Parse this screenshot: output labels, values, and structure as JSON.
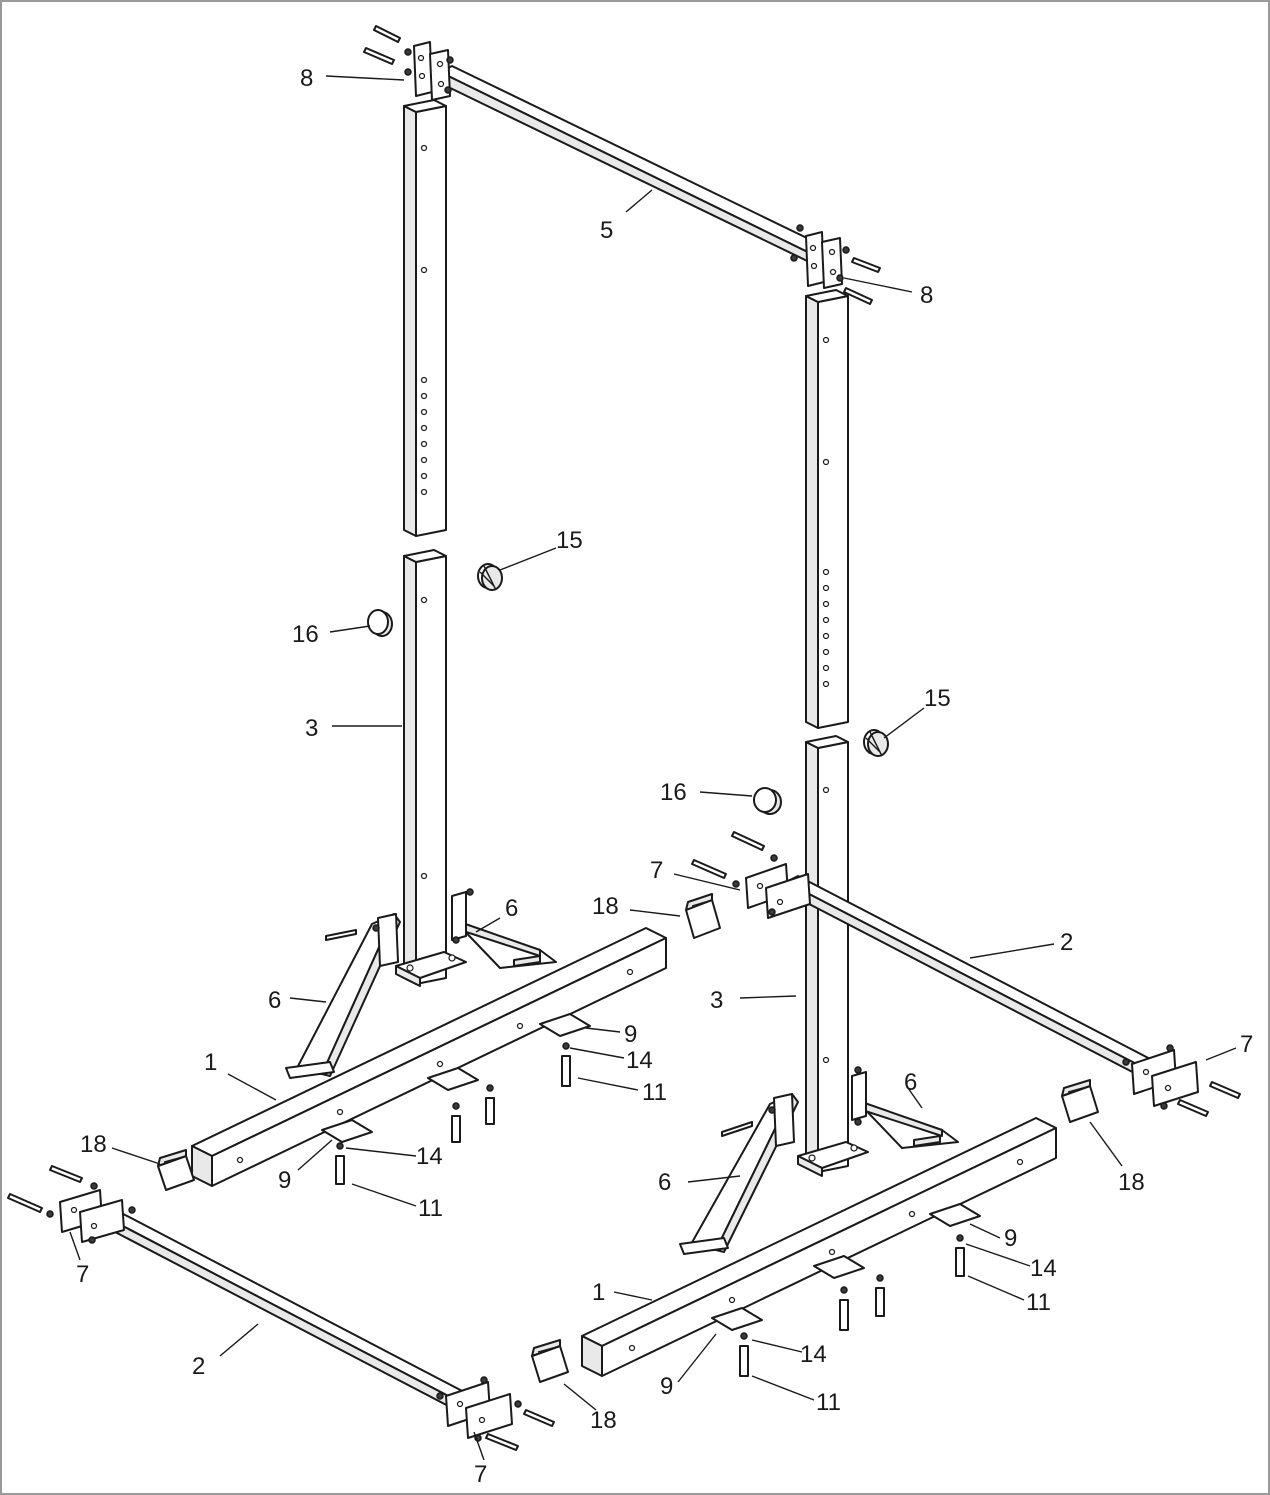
{
  "callouts": [
    {
      "id": "c8a",
      "text": "8"
    },
    {
      "id": "c5",
      "text": "5"
    },
    {
      "id": "c8b",
      "text": "8"
    },
    {
      "id": "c15a",
      "text": "15"
    },
    {
      "id": "c16a",
      "text": "16"
    },
    {
      "id": "c3a",
      "text": "3"
    },
    {
      "id": "c15b",
      "text": "15"
    },
    {
      "id": "c16b",
      "text": "16"
    },
    {
      "id": "c7a",
      "text": "7"
    },
    {
      "id": "c18a",
      "text": "18"
    },
    {
      "id": "c6a",
      "text": "6"
    },
    {
      "id": "c2a",
      "text": "2"
    },
    {
      "id": "c6b",
      "text": "6"
    },
    {
      "id": "c3b",
      "text": "3"
    },
    {
      "id": "c7b",
      "text": "7"
    },
    {
      "id": "c1a",
      "text": "1"
    },
    {
      "id": "c9a",
      "text": "9"
    },
    {
      "id": "c14a",
      "text": "14"
    },
    {
      "id": "c11a",
      "text": "11"
    },
    {
      "id": "c6c",
      "text": "6"
    },
    {
      "id": "c18b",
      "text": "18"
    },
    {
      "id": "c14b",
      "text": "14"
    },
    {
      "id": "c9b",
      "text": "9"
    },
    {
      "id": "c11b",
      "text": "11"
    },
    {
      "id": "c6d",
      "text": "6"
    },
    {
      "id": "c18c",
      "text": "18"
    },
    {
      "id": "c7c",
      "text": "7"
    },
    {
      "id": "c9c",
      "text": "9"
    },
    {
      "id": "c14c",
      "text": "14"
    },
    {
      "id": "c1b",
      "text": "1"
    },
    {
      "id": "c11c",
      "text": "11"
    },
    {
      "id": "c2b",
      "text": "2"
    },
    {
      "id": "c14d",
      "text": "14"
    },
    {
      "id": "c9d",
      "text": "9"
    },
    {
      "id": "c11d",
      "text": "11"
    },
    {
      "id": "c18d",
      "text": "18"
    },
    {
      "id": "c7d",
      "text": "7"
    }
  ]
}
